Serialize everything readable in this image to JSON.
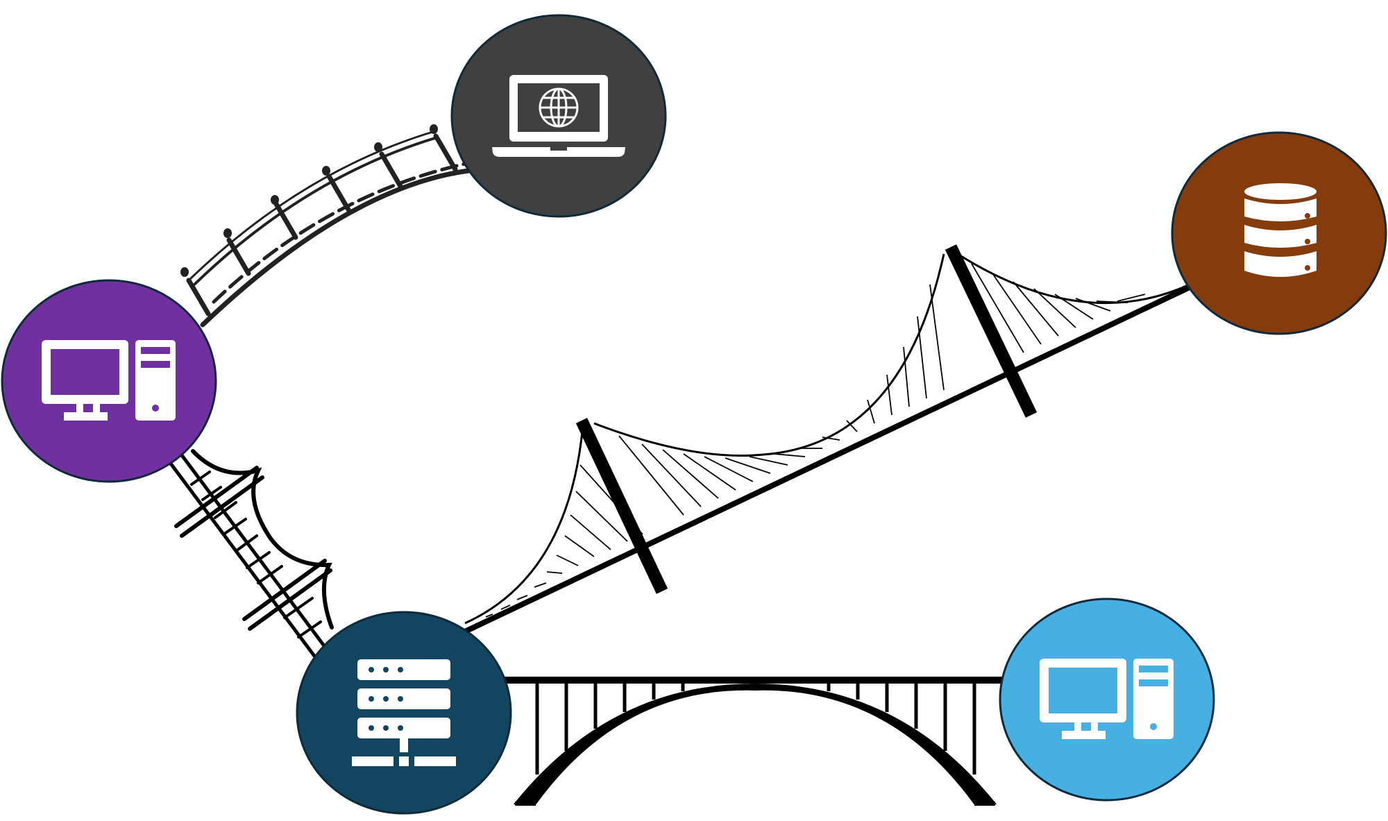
{
  "colors": {
    "background": "#ffffff",
    "bridge": "#000000",
    "outline": "#0f2a3a",
    "icon": "#ffffff"
  },
  "nodes": [
    {
      "id": "workstation-purple",
      "icon": "desktop-tower-icon",
      "color": "#7030a0"
    },
    {
      "id": "web-laptop",
      "icon": "laptop-globe-icon",
      "color": "#404040"
    },
    {
      "id": "database",
      "icon": "database-icon",
      "color": "#843c0c"
    },
    {
      "id": "server-rack",
      "icon": "server-rack-icon",
      "color": "#124660"
    },
    {
      "id": "workstation-blue",
      "icon": "desktop-tower-icon",
      "color": "#45b0e1"
    }
  ],
  "bridges": [
    {
      "id": "rope-bridge",
      "from": "workstation-purple",
      "to": "web-laptop",
      "style": "rope"
    },
    {
      "id": "twin-arch-bridge",
      "from": "workstation-purple",
      "to": "server-rack",
      "style": "double-arch"
    },
    {
      "id": "suspension-bridge",
      "from": "server-rack",
      "to": "database",
      "style": "suspension"
    },
    {
      "id": "arch-bridge",
      "from": "server-rack",
      "to": "workstation-blue",
      "style": "arch"
    }
  ]
}
